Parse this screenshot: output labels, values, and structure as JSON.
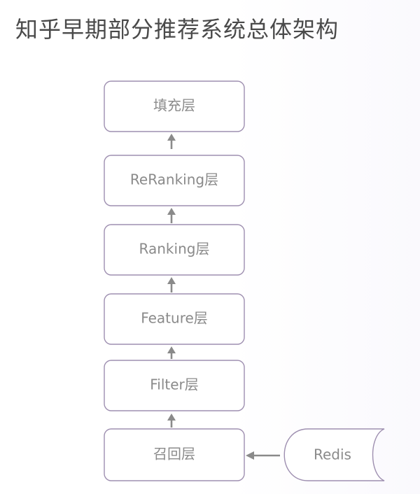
{
  "title": "知乎早期部分推荐系统总体架构",
  "layers": [
    {
      "label": "填充层"
    },
    {
      "label": "ReRanking层"
    },
    {
      "label": "Ranking层"
    },
    {
      "label": "Feature层"
    },
    {
      "label": "Filter层"
    },
    {
      "label": "召回层"
    }
  ],
  "datastore": {
    "label": "Redis"
  },
  "colors": {
    "box_border": "#9e8fb0",
    "text": "#8a8a8a",
    "arrow": "#8a8a8a",
    "title": "#4a4a4a"
  }
}
